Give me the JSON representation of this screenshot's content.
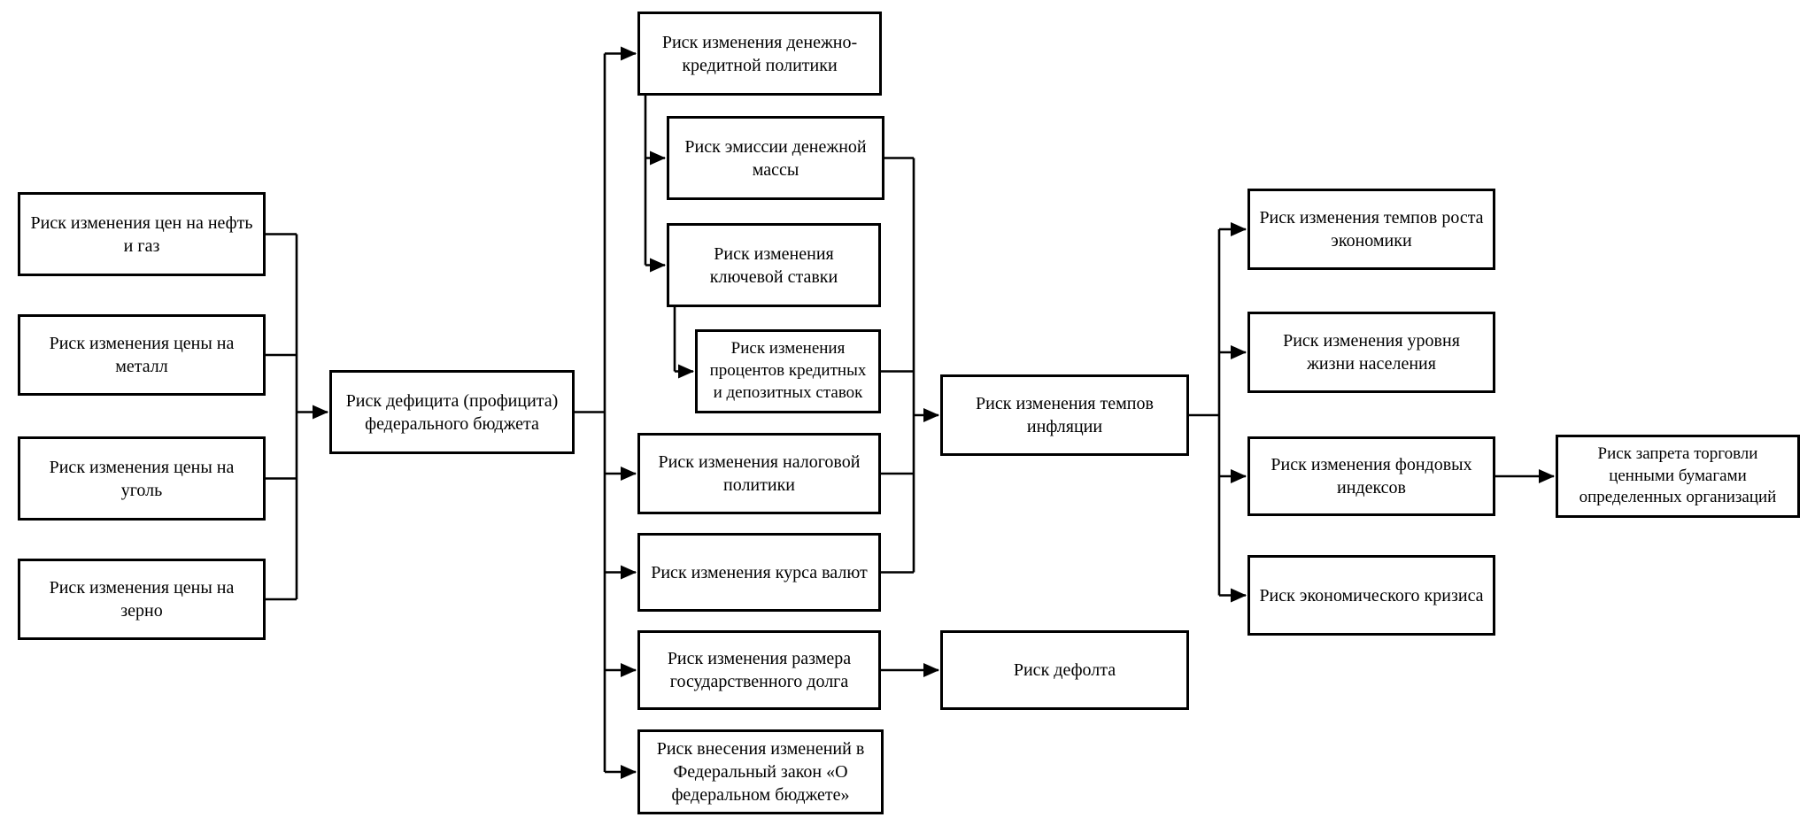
{
  "diagram": {
    "type": "flowchart",
    "language": "ru",
    "colors": {
      "background": "#ffffff",
      "box_border": "#000000",
      "line": "#000000",
      "text": "#000000"
    },
    "nodes": {
      "oil_gas": "Риск изменения цен на нефть и газ",
      "metal": "Риск изменения цены на металл",
      "coal": "Риск изменения цены на уголь",
      "grain": "Риск изменения цены на зерно",
      "budget": "Риск дефицита (профицита) федерального бюджета",
      "monetary": "Риск изменения денежно-кредитной политики",
      "emission": "Риск эмиссии денежной массы",
      "key_rate": "Риск изменения ключевой ставки",
      "credit_rates": "Риск изменения процентов кредитных и депозитных ставок",
      "tax": "Риск изменения налоговой политики",
      "currency": "Риск изменения курса валют",
      "debt": "Риск изменения размера государственного долга",
      "law": "Риск внесения изменений в Федеральный закон «О федеральном бюджете»",
      "inflation": "Риск изменения темпов инфляции",
      "default": "Риск дефолта",
      "growth": "Риск изменения темпов роста экономики",
      "living": "Риск изменения уровня жизни населения",
      "stocks": "Риск изменения фондовых индексов",
      "crisis": "Риск экономического кризиса",
      "ban": "Риск запрета торговли ценными бумагами определенных организаций"
    },
    "edges": [
      [
        "oil_gas",
        "budget"
      ],
      [
        "metal",
        "budget"
      ],
      [
        "coal",
        "budget"
      ],
      [
        "grain",
        "budget"
      ],
      [
        "budget",
        "monetary"
      ],
      [
        "budget",
        "tax"
      ],
      [
        "budget",
        "currency"
      ],
      [
        "budget",
        "debt"
      ],
      [
        "budget",
        "law"
      ],
      [
        "monetary",
        "emission"
      ],
      [
        "monetary",
        "key_rate"
      ],
      [
        "key_rate",
        "credit_rates"
      ],
      [
        "emission",
        "inflation"
      ],
      [
        "credit_rates",
        "inflation"
      ],
      [
        "tax",
        "inflation"
      ],
      [
        "currency",
        "inflation"
      ],
      [
        "debt",
        "default"
      ],
      [
        "inflation",
        "growth"
      ],
      [
        "inflation",
        "living"
      ],
      [
        "inflation",
        "stocks"
      ],
      [
        "inflation",
        "crisis"
      ],
      [
        "stocks",
        "ban"
      ]
    ]
  }
}
